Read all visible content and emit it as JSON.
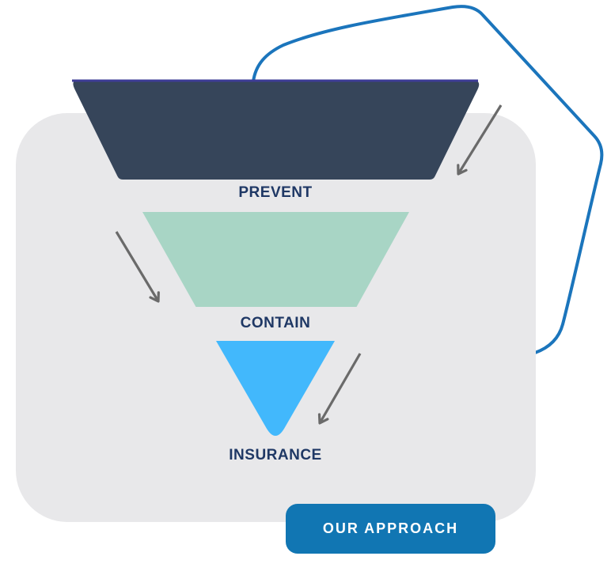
{
  "panel": {
    "bg": "#e8e8ea"
  },
  "funnel": {
    "label_color": "#1f3865",
    "stages": [
      {
        "id": "prevent",
        "label": "PREVENT",
        "fill": "#36455a",
        "accent_top": "#3d3c96"
      },
      {
        "id": "contain",
        "label": "CONTAIN",
        "fill": "#a8d5c5"
      },
      {
        "id": "insurance",
        "label": "INSURANCE",
        "fill": "#42b8fc"
      }
    ]
  },
  "arrows": {
    "color": "#6a6a6a"
  },
  "connector": {
    "color": "#1b75bc"
  },
  "cta_button": {
    "label": "OUR APPROACH",
    "bg": "#1176b3",
    "text_color": "#ffffff"
  }
}
